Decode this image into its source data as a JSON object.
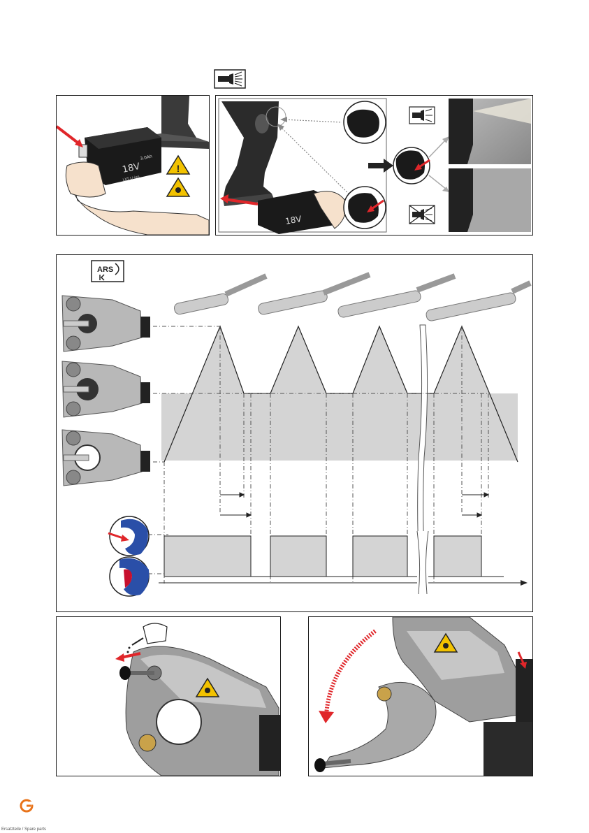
{
  "header": {
    "flashlight_icon": "flashlight-icon"
  },
  "panel_battery": {
    "battery_voltage": "18V",
    "battery_capacity": "3.0Ah",
    "battery_brand": "LXT Li-ion",
    "warning_icons": [
      "warning-icon",
      "hand-crush-icon"
    ]
  },
  "panel_light": {
    "light_on_icon": "flashlight-icon",
    "light_off_icon": "flashlight-crossed-icon",
    "battery_voltage": "18V"
  },
  "ars_diagram": {
    "badge_label": "ARS",
    "colors": {
      "graph_fill": "#d4d4d4",
      "button_blue": "#2a4fa8",
      "button_red": "#c8102e",
      "arrow_red": "#e0262a"
    }
  },
  "panel_oil": {
    "oil_can_icon": "oil-can-icon",
    "warning_icon": "hand-crush-icon"
  },
  "panel_open": {
    "warning_icon": "hand-crush-icon"
  },
  "footer": {
    "logo_icon": "brand-logo-icon",
    "small_text": "Ersatzteile / Spare parts"
  }
}
